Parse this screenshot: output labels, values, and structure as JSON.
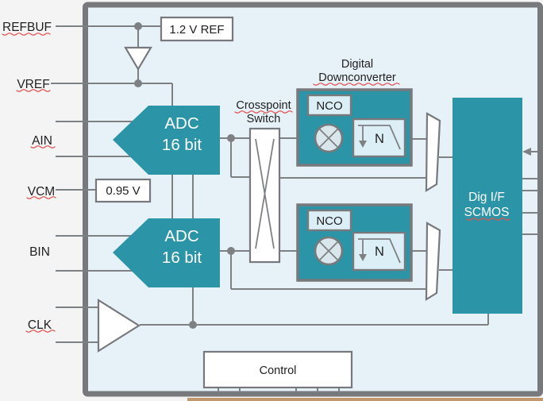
{
  "pins": {
    "refbuf": "REFBUF",
    "vref": "VREF",
    "ain": "AIN",
    "vcm": "VCM",
    "bin": "BIN",
    "clk": "CLK"
  },
  "blocks": {
    "ref_source": "1.2 V REF",
    "vcm_source": "0.95 V",
    "adc_a": {
      "line1": "ADC",
      "line2": "16 bit"
    },
    "adc_b": {
      "line1": "ADC",
      "line2": "16 bit"
    },
    "crosspoint": {
      "line1": "Crosspoint",
      "line2": "Switch"
    },
    "ddc_title": {
      "line1": "Digital",
      "line2": "Downconverter"
    },
    "nco_a": "NCO",
    "nco_b": "NCO",
    "decimator_a": "N",
    "decimator_b": "N",
    "dig_if": {
      "line1": "Dig I/F",
      "line2": "SCMOS"
    },
    "control": "Control"
  },
  "colors": {
    "block_teal": "#2B95A7",
    "chip_fill": "#E6F1F8",
    "border_gray": "#77797C",
    "wire_gray": "#7E8184",
    "light_box_fill": "#DDEFF6",
    "spellcheck_red": "#E05353",
    "text_dark": "#1F1F1F",
    "text_white": "#FFFFFF",
    "page_bg": "#F4F4F4"
  }
}
